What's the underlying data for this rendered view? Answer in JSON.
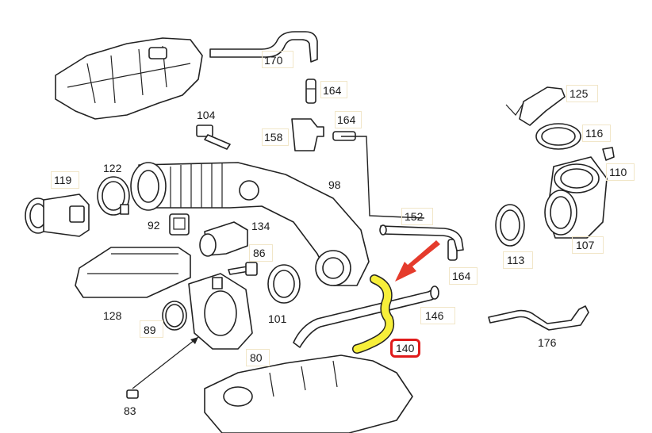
{
  "labels": {
    "l170": "170",
    "l164a": "164",
    "l104": "104",
    "l164b": "164",
    "l158": "158",
    "l125": "125",
    "l116": "116",
    "l110": "110",
    "l119": "119",
    "l122": "122",
    "l98": "98",
    "l152": "152",
    "l92": "92",
    "l134": "134",
    "l86": "86",
    "l164c": "164",
    "l113": "113",
    "l107": "107",
    "l128": "128",
    "l89": "89",
    "l101": "101",
    "l146": "146",
    "l176": "176",
    "l80": "80",
    "l140": "140",
    "l83": "83"
  },
  "colors": {
    "highlight_part": "#f7ef3a",
    "arrow": "#e53b2c",
    "callout_border": "#e01b1b"
  },
  "highlighted_part": "140"
}
